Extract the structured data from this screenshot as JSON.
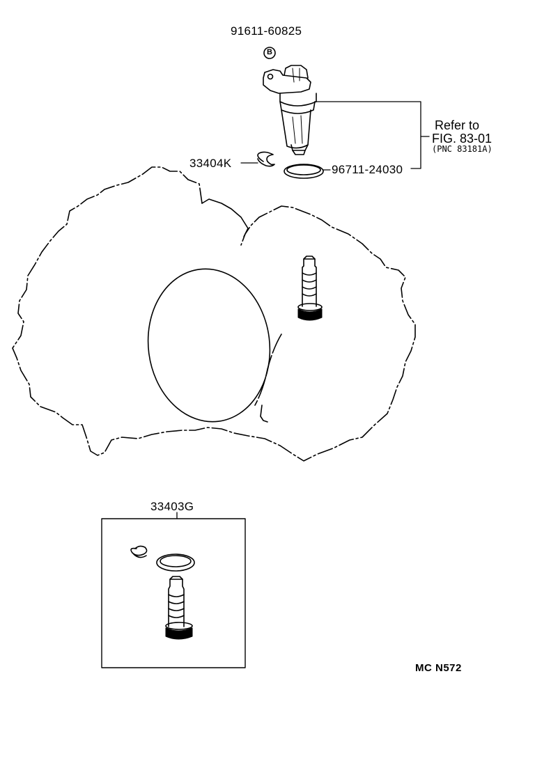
{
  "parts": {
    "bolt": "91611-60825",
    "clip": "33404K",
    "oring": "96711-24030",
    "kit": "33403G"
  },
  "reference": {
    "line1": "Refer to",
    "line2": "FIG. 83-01",
    "line3": "(PNC 83181A)"
  },
  "bolt_badge": "B",
  "figure_code": "MC N572",
  "icons": [
    "bolt-badge-icon",
    "speedometer-sleeve-icon",
    "clip-icon",
    "o-ring-icon",
    "driven-gear-icon",
    "transaxle-housing-icon"
  ],
  "colors": {
    "ink": "#000000",
    "paper": "#ffffff"
  }
}
